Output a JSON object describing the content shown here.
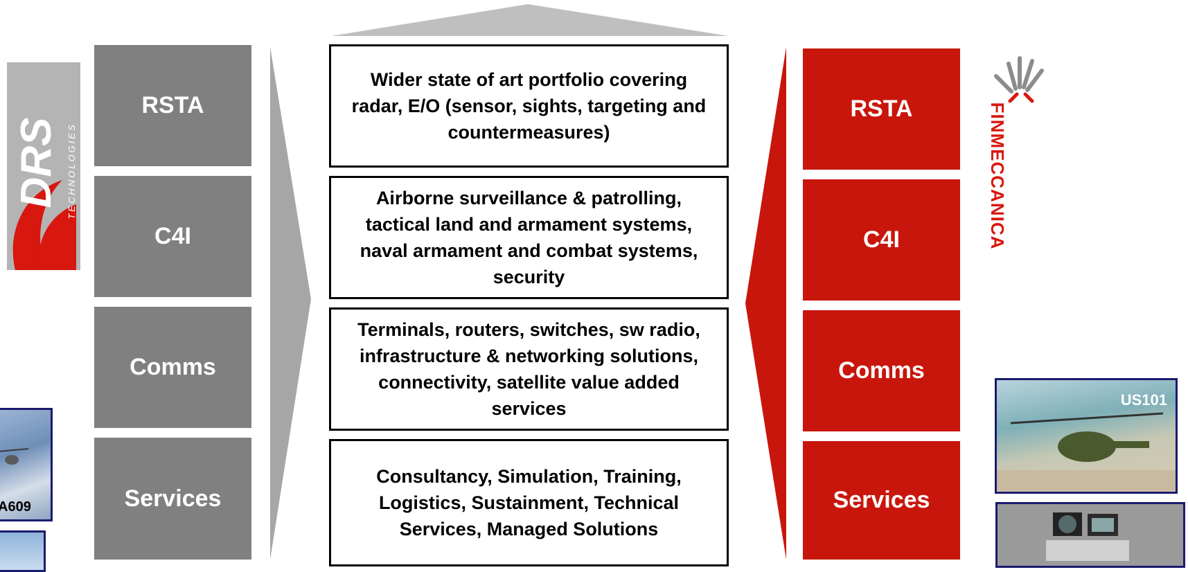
{
  "left_company": {
    "logo_text": "DRS",
    "logo_subtext": "TECHNOLOGIES",
    "photo_caption": "A609"
  },
  "right_company": {
    "logo_text": "FINMECCANICA",
    "photo_caption": "US101"
  },
  "left_segments": [
    {
      "label": "RSTA"
    },
    {
      "label": "C4I"
    },
    {
      "label": "Comms"
    },
    {
      "label": "Services"
    }
  ],
  "right_segments": [
    {
      "label": "RSTA"
    },
    {
      "label": "C4I"
    },
    {
      "label": "Comms"
    },
    {
      "label": "Services"
    }
  ],
  "descriptions": [
    {
      "text": "Wider state of art portfolio covering radar, E/O (sensor, sights, targeting and countermeasures)"
    },
    {
      "text": "Airborne surveillance & patrolling, tactical land and armament systems, naval armament and combat systems, security"
    },
    {
      "text": "Terminals, routers, switches, sw radio, infrastructure & networking solutions, connectivity, satellite value added services"
    },
    {
      "text": "Consultancy, Simulation, Training, Logistics, Sustainment, Technical Services, Managed Solutions"
    }
  ],
  "colors": {
    "left_box": "#808080",
    "right_box": "#c8160c",
    "arrow_gray": "#a6a6a6",
    "top_arrow": "#bfbfbf"
  }
}
